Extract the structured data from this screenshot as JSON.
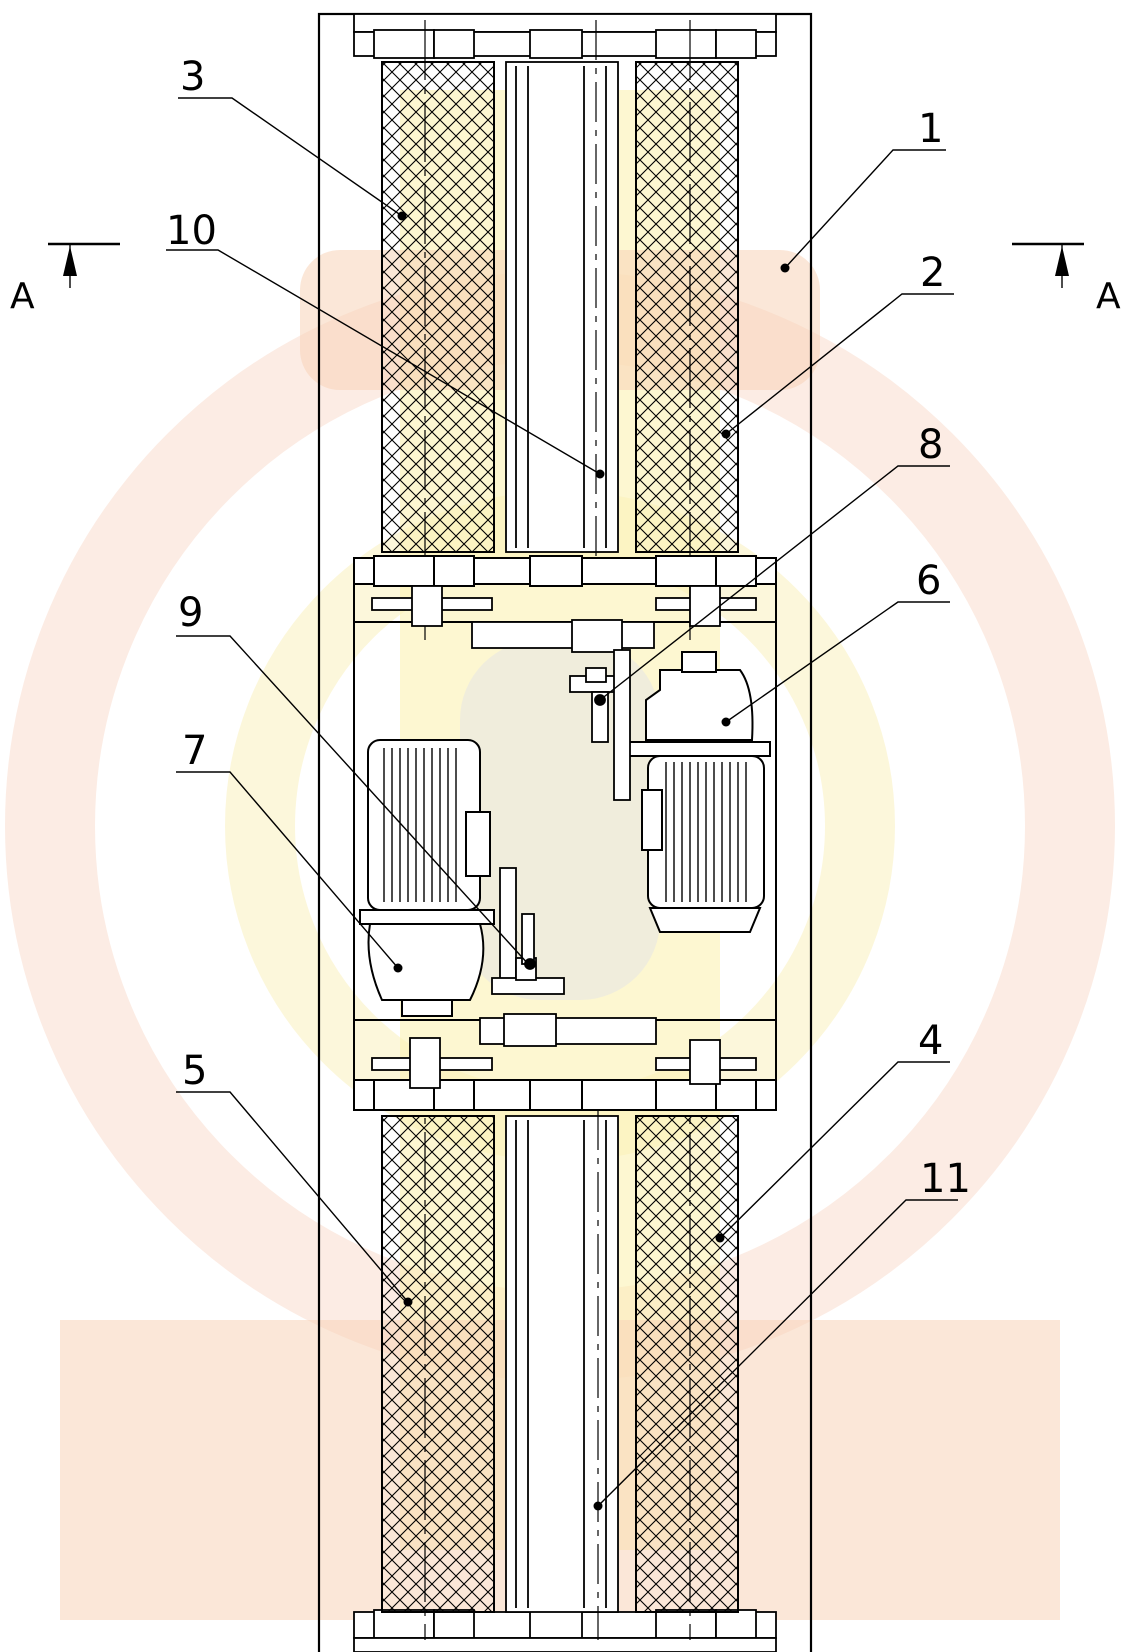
{
  "callouts": [
    {
      "id": "c1",
      "label": "1"
    },
    {
      "id": "c2",
      "label": "2"
    },
    {
      "id": "c3",
      "label": "3"
    },
    {
      "id": "c4",
      "label": "4"
    },
    {
      "id": "c5",
      "label": "5"
    },
    {
      "id": "c6",
      "label": "6"
    },
    {
      "id": "c7",
      "label": "7"
    },
    {
      "id": "c8",
      "label": "8"
    },
    {
      "id": "c9",
      "label": "9"
    },
    {
      "id": "c10",
      "label": "10"
    },
    {
      "id": "c11",
      "label": "11"
    }
  ],
  "section": {
    "left_letter": "A",
    "right_letter": "A"
  },
  "colors": {
    "line": "#000000",
    "hatch": "#000000",
    "watermark_red": "#f2b8a8",
    "watermark_yellow": "#f8ec9c"
  }
}
